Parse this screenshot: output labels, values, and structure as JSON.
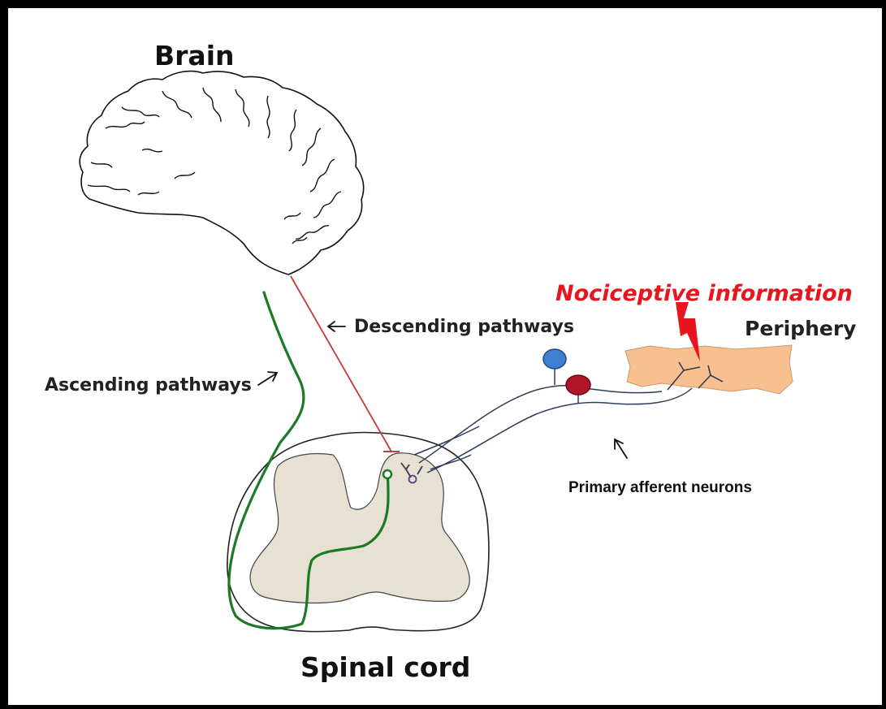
{
  "labels": {
    "brain": "Brain",
    "spinal_cord": "Spinal cord",
    "periphery": "Periphery",
    "nociceptive": "Nociceptive  information",
    "descending": "Descending pathways",
    "ascending": "Ascending pathways",
    "primary_afferent": "Primary afferent neurons"
  },
  "colors": {
    "ascending_pathway": "#1a7a25",
    "descending_pathway": "#c0393b",
    "grey_matter": "#e6e1d3",
    "periphery_tissue": "#f8c08e",
    "blue_neuron": "#3f7fd0",
    "red_neuron": "#b01528",
    "nociceptive_text": "#e8141e"
  }
}
